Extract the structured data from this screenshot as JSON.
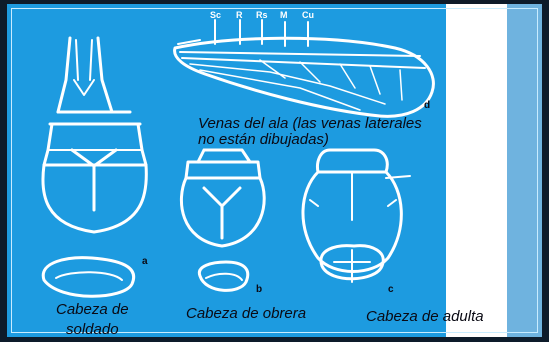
{
  "captions": {
    "wing_line1": "Venas del ala (las venas laterales",
    "wing_line2": "no están dibujadas)",
    "soldier_line1": "Cabeza de",
    "soldier_line2": "soldado",
    "worker": "Cabeza de obrera",
    "adult": "Cabeza de adulta"
  },
  "figure_letters": {
    "a": "a",
    "b": "b",
    "c": "c",
    "d": "d"
  },
  "wing_vein_labels": [
    "Sc",
    "R",
    "Rs",
    "M",
    "Cu"
  ],
  "colors": {
    "background": "#1d9be0",
    "frame": "#0d1b2a",
    "line_art": "#ffffff",
    "text": "#0a0a14"
  }
}
